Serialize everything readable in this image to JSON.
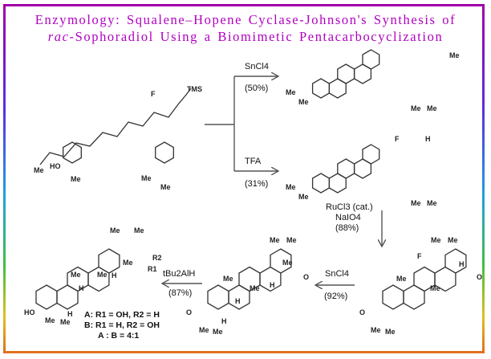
{
  "title": {
    "line1": "Enzymology: Squalene–Hopene Cyclase-Johnson's Synthesis of",
    "line2_italic": "rac",
    "line2_rest": "-Sophoradiol Using a Biomimetic Pentacarbocyclization"
  },
  "start_material": {
    "labels": [
      "TMS",
      "F",
      "HO",
      "Me",
      "Me",
      "Me",
      "Me"
    ]
  },
  "reactions": {
    "upper": {
      "reagent": "SnCl4",
      "yield": "(50%)"
    },
    "lower": {
      "reagent": "TFA",
      "yield": "(31%)"
    },
    "down": {
      "reagent1": "RuCl3 (cat.)",
      "reagent2": "NaIO4",
      "yield": "(88%)"
    },
    "sncl4_2": {
      "reagent": "SnCl4",
      "yield": "(92%)"
    },
    "reduction": {
      "reagent": "tBu2AlH",
      "yield": "(87%)"
    }
  },
  "final_product": {
    "line_a": "A: R1 = OH, R2 = H",
    "line_b": "B: R1 = H, R2 = OH",
    "ratio": "A : B = 4:1",
    "labels": [
      "HO",
      "Me",
      "Me",
      "Me",
      "Me",
      "Me",
      "Me",
      "Me",
      "H",
      "H",
      "H",
      "R1",
      "R2"
    ]
  },
  "diketone": {
    "labels": [
      "O",
      "O",
      "Me",
      "Me",
      "Me",
      "Me",
      "Me",
      "Me",
      "Me",
      "H",
      "H",
      "H"
    ]
  },
  "fluoroketone": {
    "labels": [
      "O",
      "O",
      "F",
      "Me",
      "Me",
      "Me",
      "Me",
      "Me",
      "Me",
      "H"
    ]
  },
  "product_upper": {
    "labels": [
      "Me",
      "Me",
      "Me",
      "Me",
      "Me"
    ]
  },
  "product_lower": {
    "labels": [
      "F",
      "H",
      "Me",
      "Me",
      "Me",
      "Me"
    ]
  }
}
